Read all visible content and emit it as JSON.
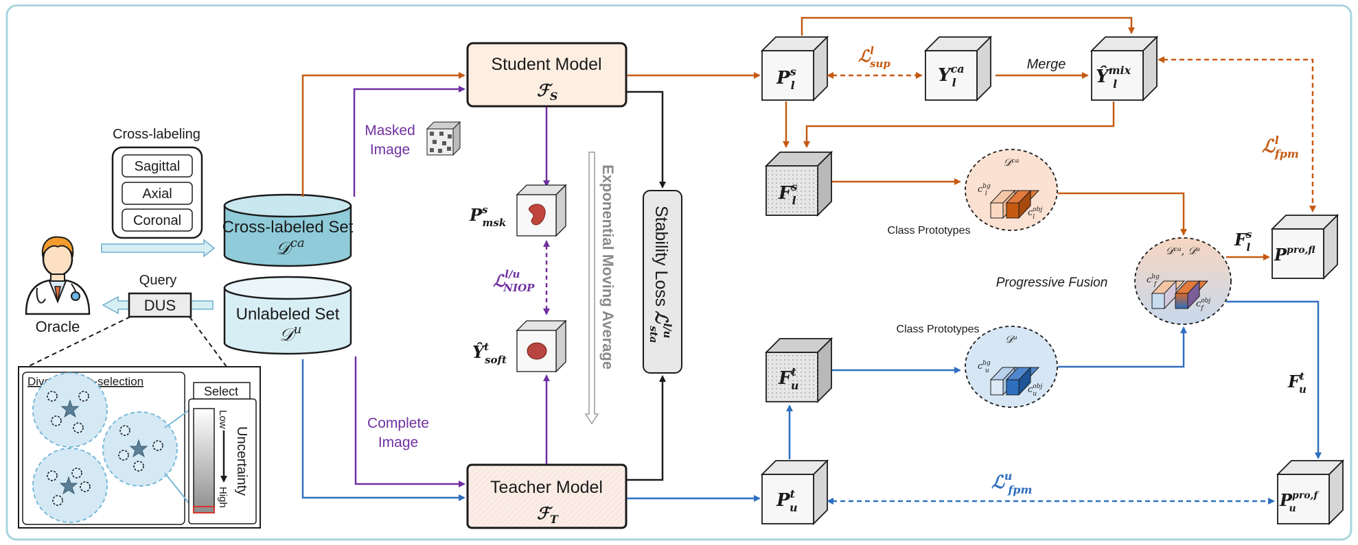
{
  "colors": {
    "orange": "#c55a11",
    "purple": "#7030a0",
    "blue": "#2e6fbf",
    "dark": "#1a1a1a",
    "frame": "#a8d5de",
    "cross_fill": "#8fcbd9",
    "unl_fill": "#d8eef5",
    "student_fill": "#fdeee2",
    "teacher_fill": "#fbeee8"
  },
  "left": {
    "cross_labeling_title": "Cross-labeling",
    "views": [
      "Sagittal",
      "Axial",
      "Coronal"
    ],
    "cross_set_label": "Cross-labeled Set",
    "cross_set_symbol": "𝒟",
    "cross_set_sup": "ca",
    "unl_set_label": "Unlabeled Set",
    "unl_set_symbol": "𝒟",
    "unl_set_sup": "u",
    "query_label": "Query",
    "dus_label": "DUS",
    "oracle_label": "Oracle",
    "diversity_label": "Diversity Pre-selection",
    "select_label": "Select",
    "low_label": "Low",
    "high_label": "High",
    "uncertainty_label": "Uncertainty"
  },
  "middle": {
    "student_title": "Student Model",
    "student_symbol": "ℱ",
    "student_sub": "S",
    "teacher_title": "Teacher Model",
    "teacher_symbol": "ℱ",
    "teacher_sub": "T",
    "masked_label_1": "Masked",
    "masked_label_2": "Image",
    "complete_label_1": "Complete",
    "complete_label_2": "Image",
    "p_msk": {
      "base": "P",
      "sup": "s",
      "sub": "msk"
    },
    "y_soft": {
      "base": "Ŷ",
      "sup": "t",
      "sub": "soft"
    },
    "l_niop": {
      "base": "ℒ",
      "sup": "l/u",
      "sub": "NIOP"
    },
    "ema_label": "Exponential Moving Average",
    "stability_label": "Stability Loss",
    "stability_sym": {
      "base": "ℒ",
      "sup": "l/u",
      "sub": "sta"
    }
  },
  "right": {
    "p_l_s": {
      "base": "P",
      "sup": "s",
      "sub": "l"
    },
    "y_l_ca": {
      "base": "Y",
      "sup": "ca",
      "sub": "l"
    },
    "y_l_mix": {
      "base": "Ŷ",
      "sup": "mix",
      "sub": "l"
    },
    "merge_label": "Merge",
    "l_sup": {
      "base": "ℒ",
      "sup": "l",
      "sub": "sup"
    },
    "l_fpm_l": {
      "base": "ℒ",
      "sup": "l",
      "sub": "fpm"
    },
    "l_fpm_u": {
      "base": "ℒ",
      "sup": "u",
      "sub": "fpm"
    },
    "f_l_s": {
      "base": "F",
      "sup": "s",
      "sub": "l"
    },
    "f_u_t": {
      "base": "F",
      "sup": "t",
      "sub": "u"
    },
    "p_u_t": {
      "base": "P",
      "sup": "t",
      "sub": "u"
    },
    "p_l_prof": {
      "base": "P",
      "sup": "pro,f",
      "sub": "l"
    },
    "p_u_prof": {
      "base": "P",
      "sup": "pro,f",
      "sub": "u"
    },
    "f_l_s_edge": {
      "base": "F",
      "sup": "s",
      "sub": "l"
    },
    "f_u_t_edge": {
      "base": "F",
      "sup": "t",
      "sub": "u"
    },
    "class_prototypes_1": "Class Prototypes",
    "class_prototypes_2": "Class Prototypes",
    "progressive_fusion": "Progressive Fusion",
    "proto_ca_label": "𝒟ᶜᵃ",
    "proto_u_label": "𝒟ᵘ",
    "proto_fused_label": "𝒟ᶜᵃ, 𝒟ᵘ",
    "c_l_bg": {
      "base": "c",
      "sup": "bg",
      "sub": "l"
    },
    "c_l_obj": {
      "base": "c",
      "sup": "obj",
      "sub": "l"
    },
    "c_u_bg": {
      "base": "c",
      "sup": "bg",
      "sub": "u"
    },
    "c_u_obj": {
      "base": "c",
      "sup": "obj",
      "sub": "u"
    },
    "c_f_bg": {
      "base": "c",
      "sup": "bg",
      "sub": "f"
    },
    "c_f_obj": {
      "base": "c",
      "sup": "obj",
      "sub": "f"
    }
  }
}
